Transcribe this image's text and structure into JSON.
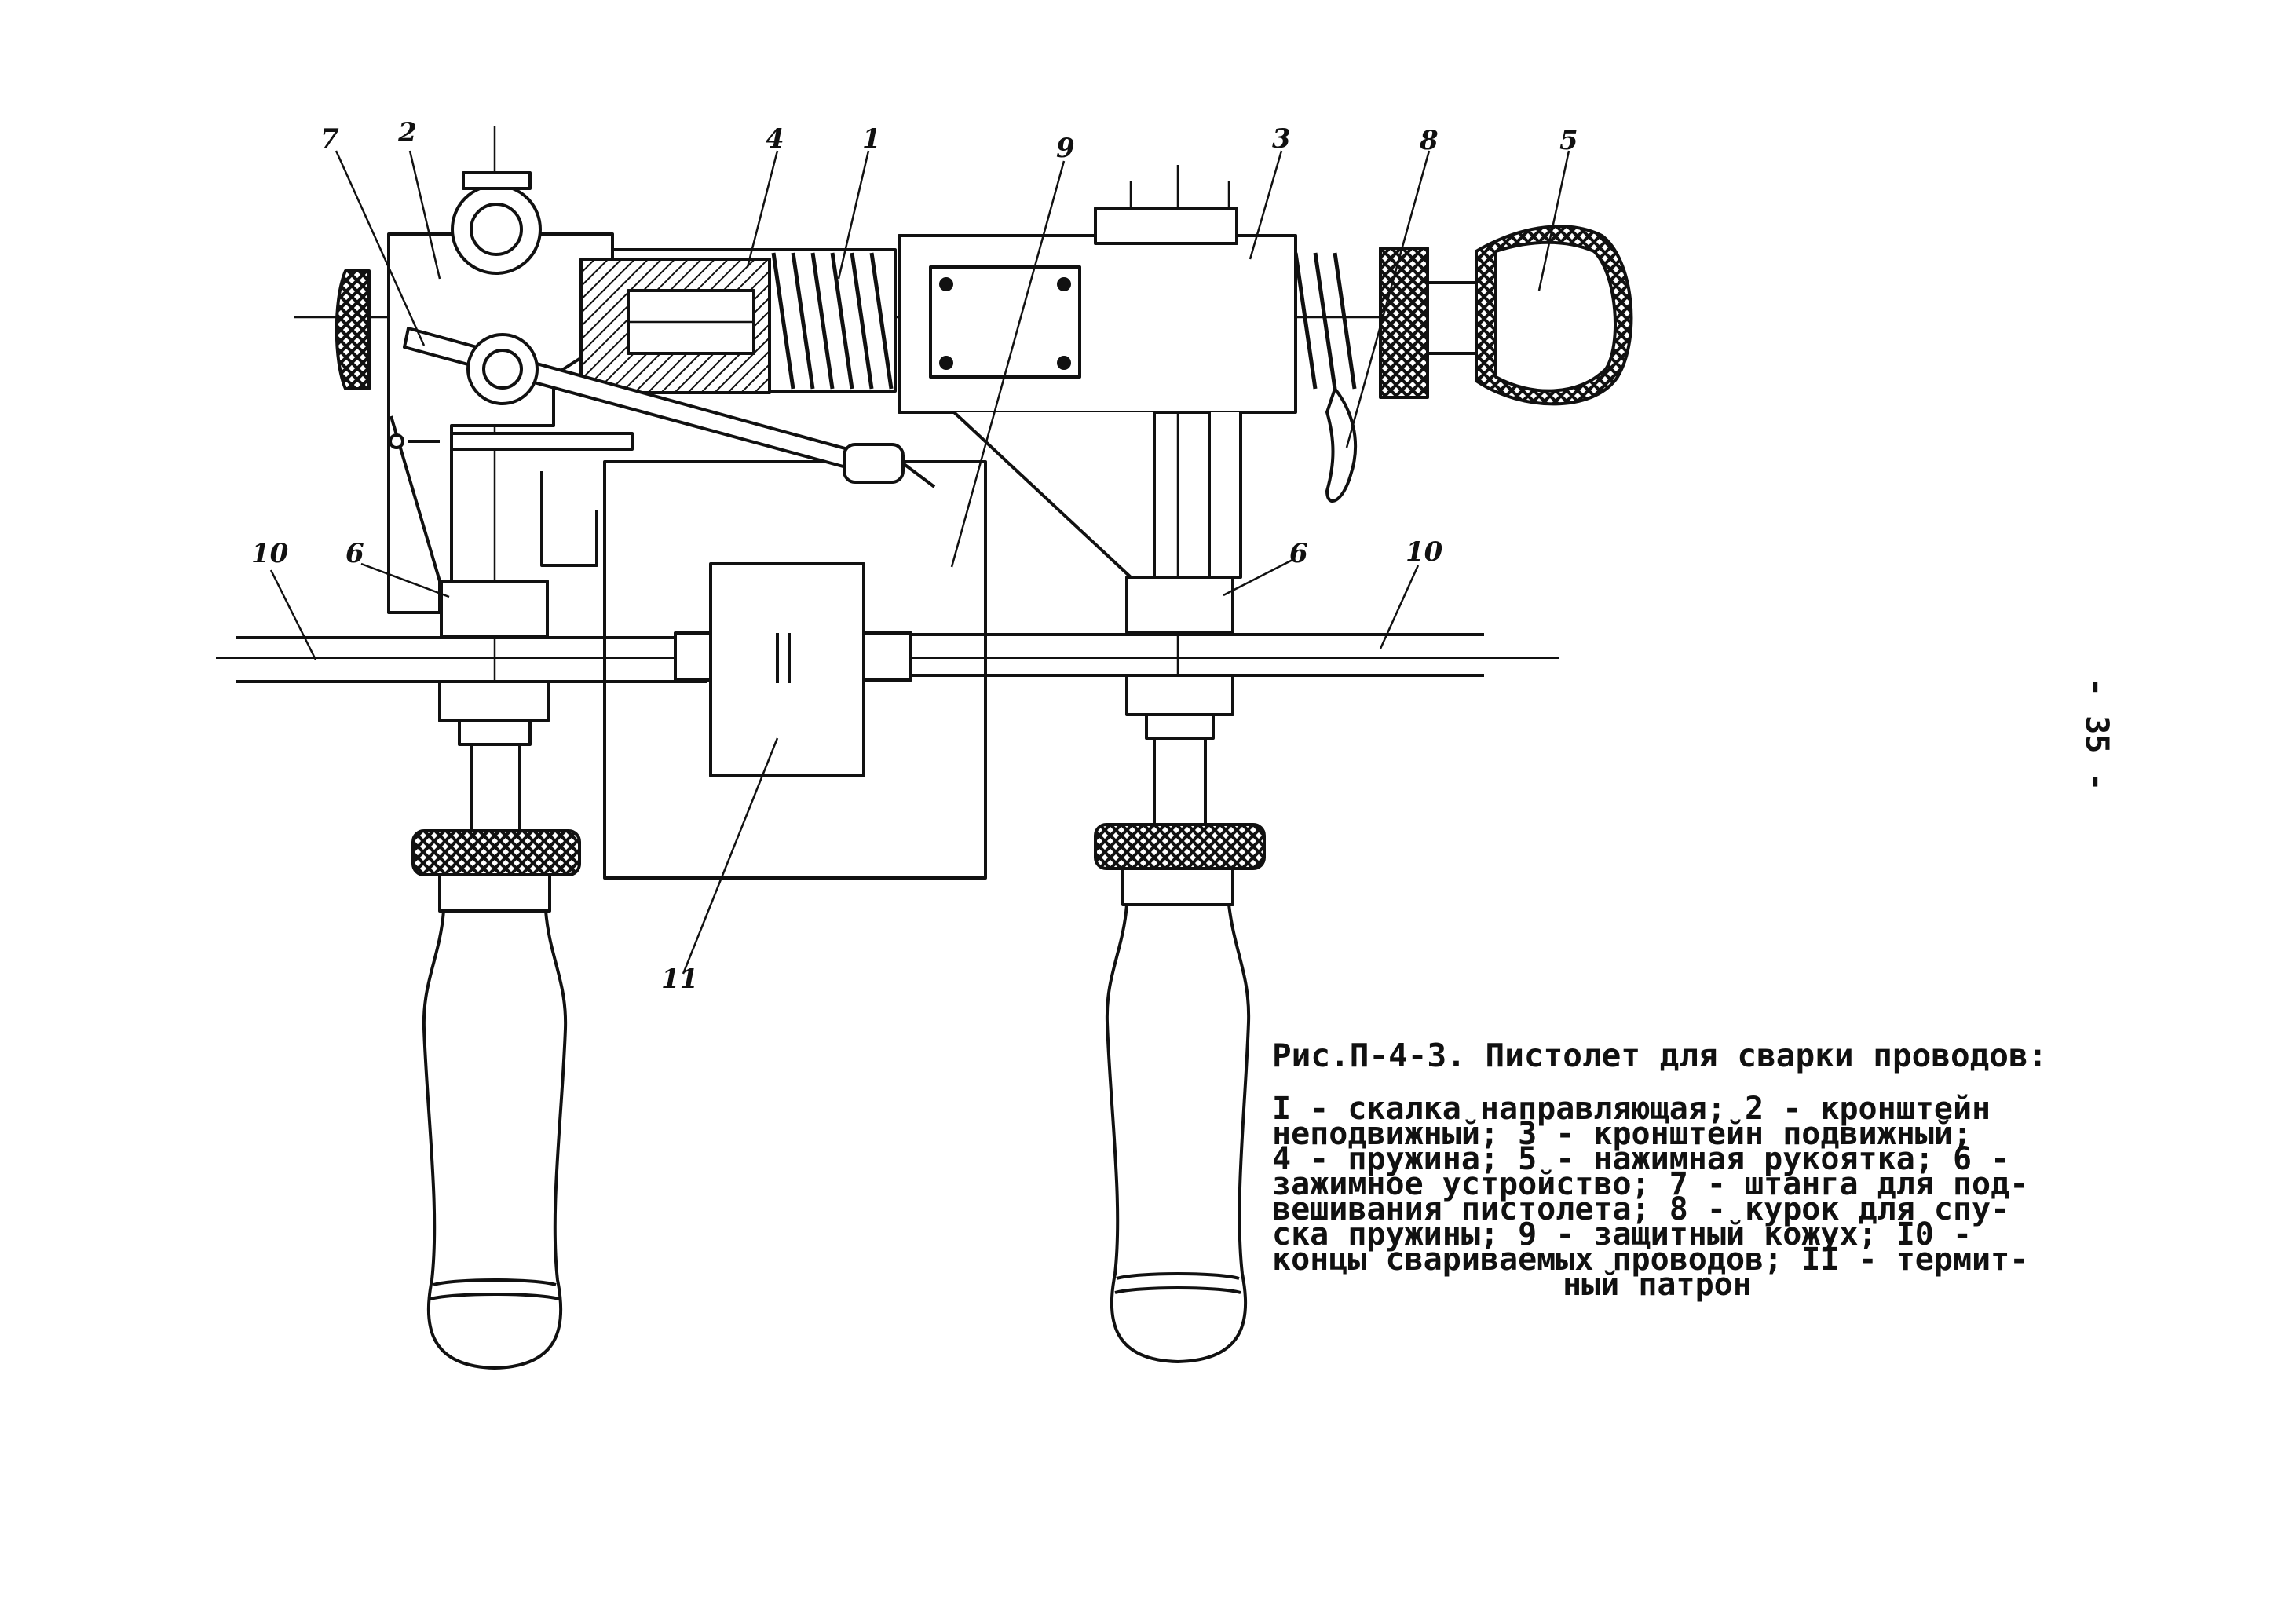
{
  "figure": {
    "caption_title": "Рис.П-4-3. Пистолет для сварки проводов:",
    "caption_lines": [
      "I - скалка направляющая; 2 - кронштейн",
      "неподвижный; 3 - кронштейн подвижный;",
      "4 - пружина; 5 - нажимная рукоятка; 6 -",
      "зажимное устройство; 7 - штанга для под-",
      "вешивания пистолета; 8 - курок для спу-",
      "ска пружины; 9 - защитный кожух; I0 -",
      "концы свариваемых проводов; II - термит-",
      "ный патрон"
    ],
    "callouts": [
      {
        "id": "7",
        "text": "7"
      },
      {
        "id": "2",
        "text": "2"
      },
      {
        "id": "4",
        "text": "4"
      },
      {
        "id": "1",
        "text": "1"
      },
      {
        "id": "9",
        "text": "9"
      },
      {
        "id": "3",
        "text": "3"
      },
      {
        "id": "8",
        "text": "8"
      },
      {
        "id": "5",
        "text": "5"
      },
      {
        "id": "10-left",
        "text": "10"
      },
      {
        "id": "6-left",
        "text": "6"
      },
      {
        "id": "6-right",
        "text": "6"
      },
      {
        "id": "10-right",
        "text": "10"
      },
      {
        "id": "11",
        "text": "11"
      }
    ]
  },
  "page": {
    "number": "- 35 -"
  }
}
